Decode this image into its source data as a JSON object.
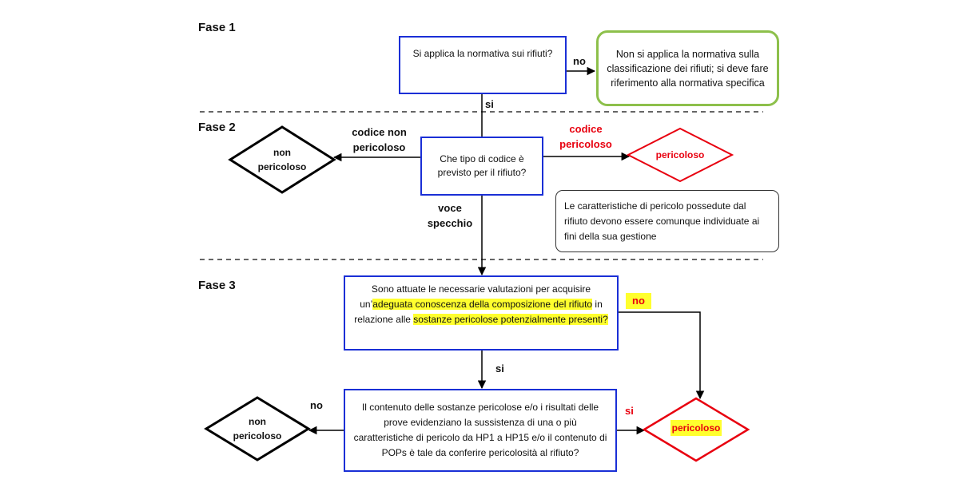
{
  "phases": {
    "fase1": "Fase 1",
    "fase2": "Fase 2",
    "fase3": "Fase 3"
  },
  "fase1": {
    "question": "Si applica la normativa sui rifiuti?",
    "no_label": "no",
    "yes_label": "si",
    "no_result": "Non si applica la normativa sulla classificazione dei rifiuti; si deve  fare riferimento alla normativa specifica"
  },
  "fase2": {
    "question": "Che tipo di codice è previsto per il rifiuto?",
    "left_label": "codice non pericoloso",
    "left_result": "non pericoloso",
    "right_label": "codice pericoloso",
    "right_result": "pericoloso",
    "down_label": "voce specchio",
    "note": "Le caratteristiche di pericolo possedute dal rifiuto devono essere comunque individuate ai fini della sua gestione"
  },
  "fase3": {
    "question_part1": "Sono attuate le necessarie valutazioni per acquisire un’",
    "question_highlight1": "adeguata conoscenza della composizione del rifiuto",
    "question_part2": " in relazione alle ",
    "question_highlight2": "sostanze pericolose potenzialmente presenti?",
    "no_label": "no",
    "yes_label": "si",
    "question2": "Il contenuto delle sostanze pericolose e/o i risultati delle prove evidenziano la sussistenza di una o più caratteristiche di pericolo da HP1 a HP15 e/o il contenuto di POPs è tale da conferire pericolosità al rifiuto?",
    "q2_no_label": "no",
    "q2_yes_label": "si",
    "left_result": "non pericoloso",
    "right_result": "pericoloso"
  },
  "colors": {
    "box_border": "#1a2fd6",
    "green_border": "#8dc04b",
    "red": "#e8000f",
    "highlight": "#ffff2e"
  }
}
